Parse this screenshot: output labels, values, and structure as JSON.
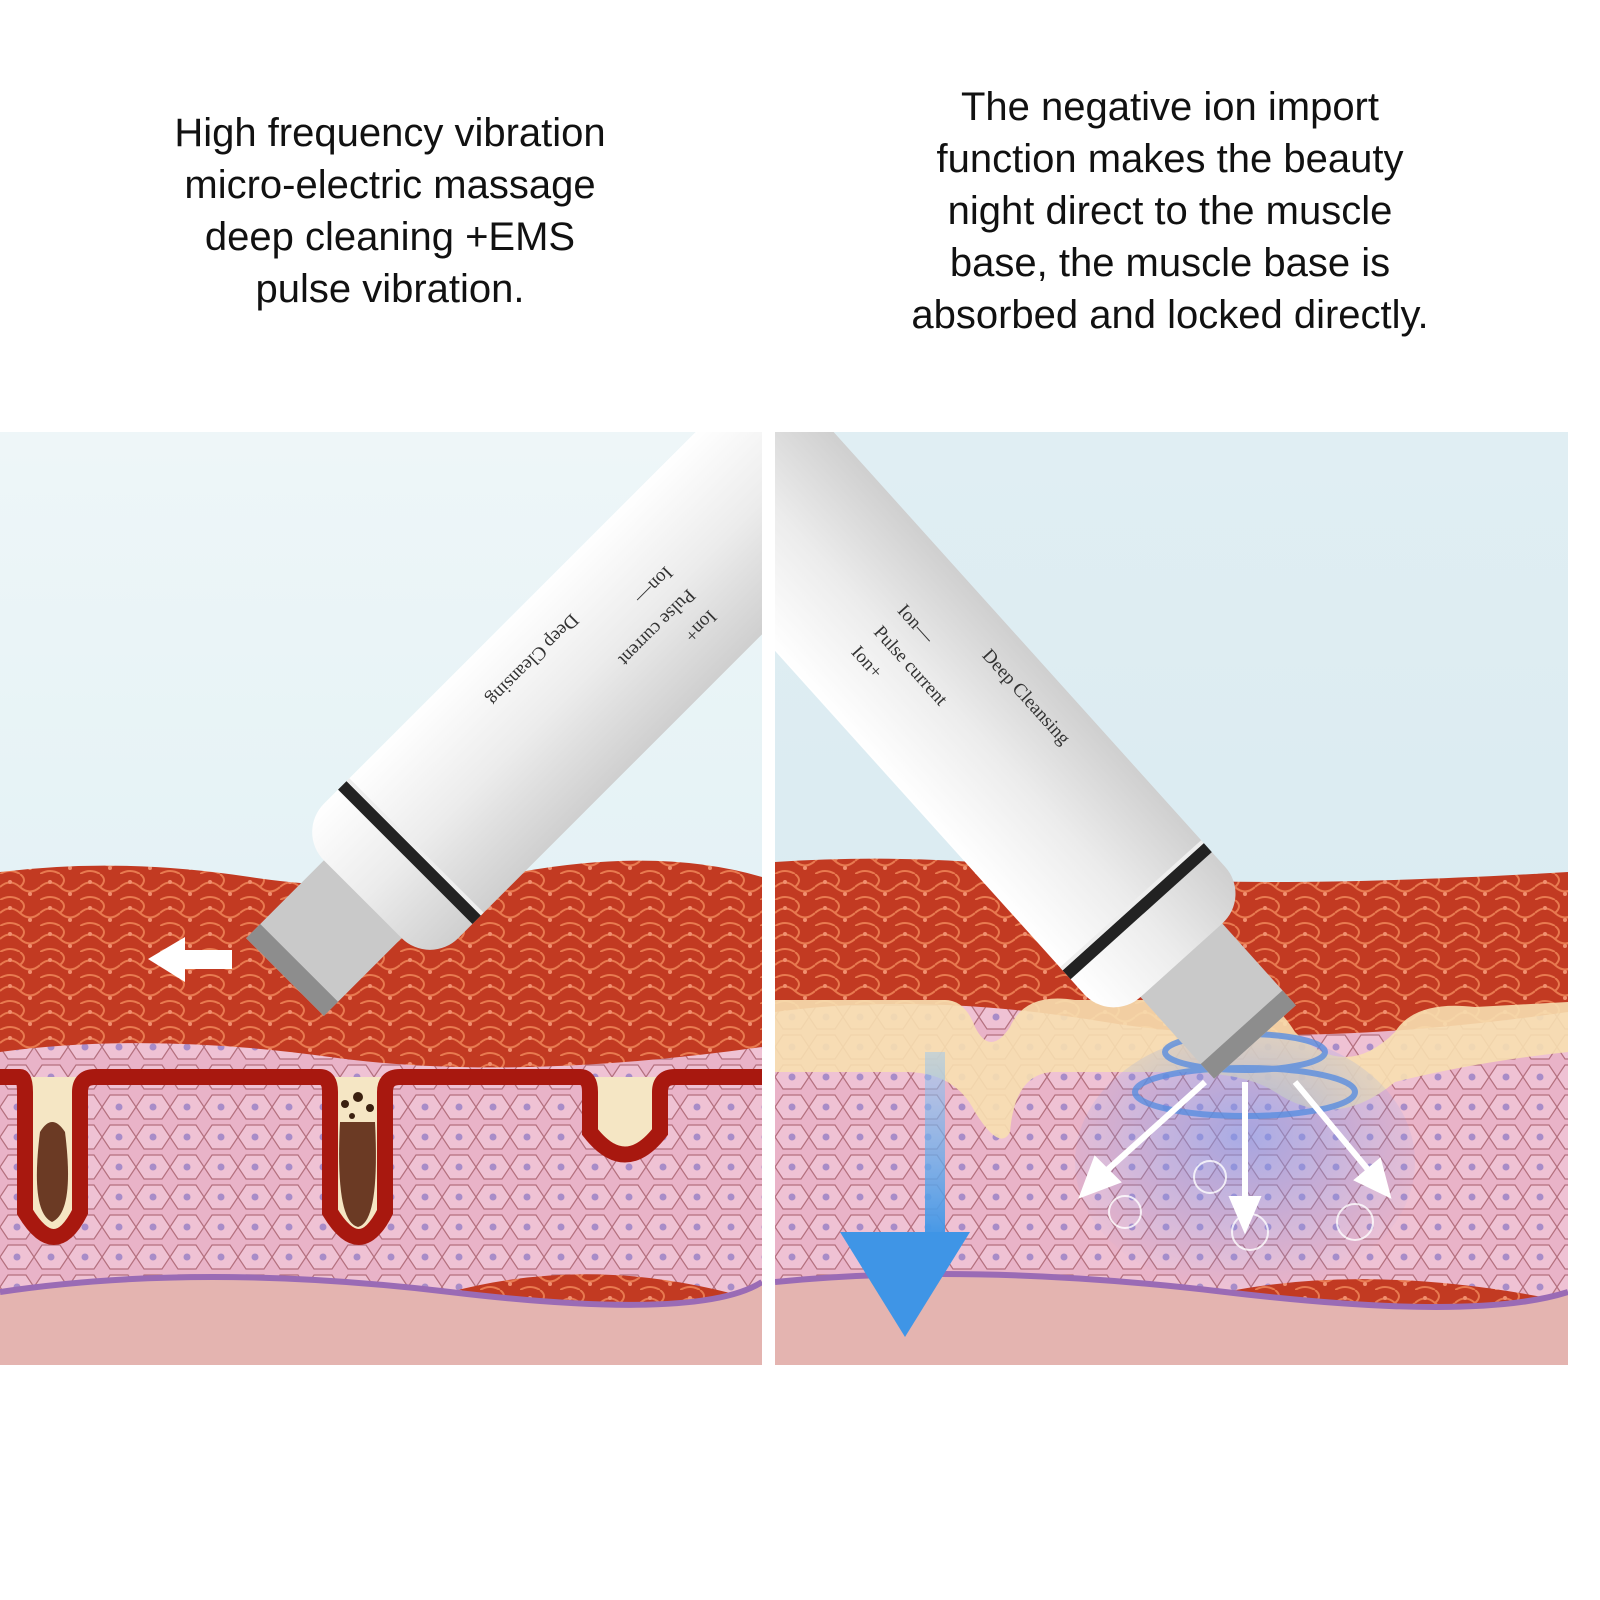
{
  "captions": {
    "left": [
      "High frequency vibration",
      "micro-electric massage",
      "deep cleaning +EMS",
      "pulse vibration."
    ],
    "right": [
      "The negative ion import",
      "function makes the beauty",
      "night direct to the muscle",
      "base, the muscle base is",
      "absorbed and locked directly."
    ]
  },
  "device": {
    "ion_plus": "Ion+",
    "pulse_current": "Pulse  current",
    "ion_minus": "Ion—",
    "deep_cleansing": "Deep Cleansing"
  },
  "colors": {
    "sky": "#dcebf2",
    "skin_red": "#b8261c",
    "cell_pink": "#e8a8c0",
    "arrow_blue": "#4a9ee8",
    "cream": "#f7e4b8"
  }
}
